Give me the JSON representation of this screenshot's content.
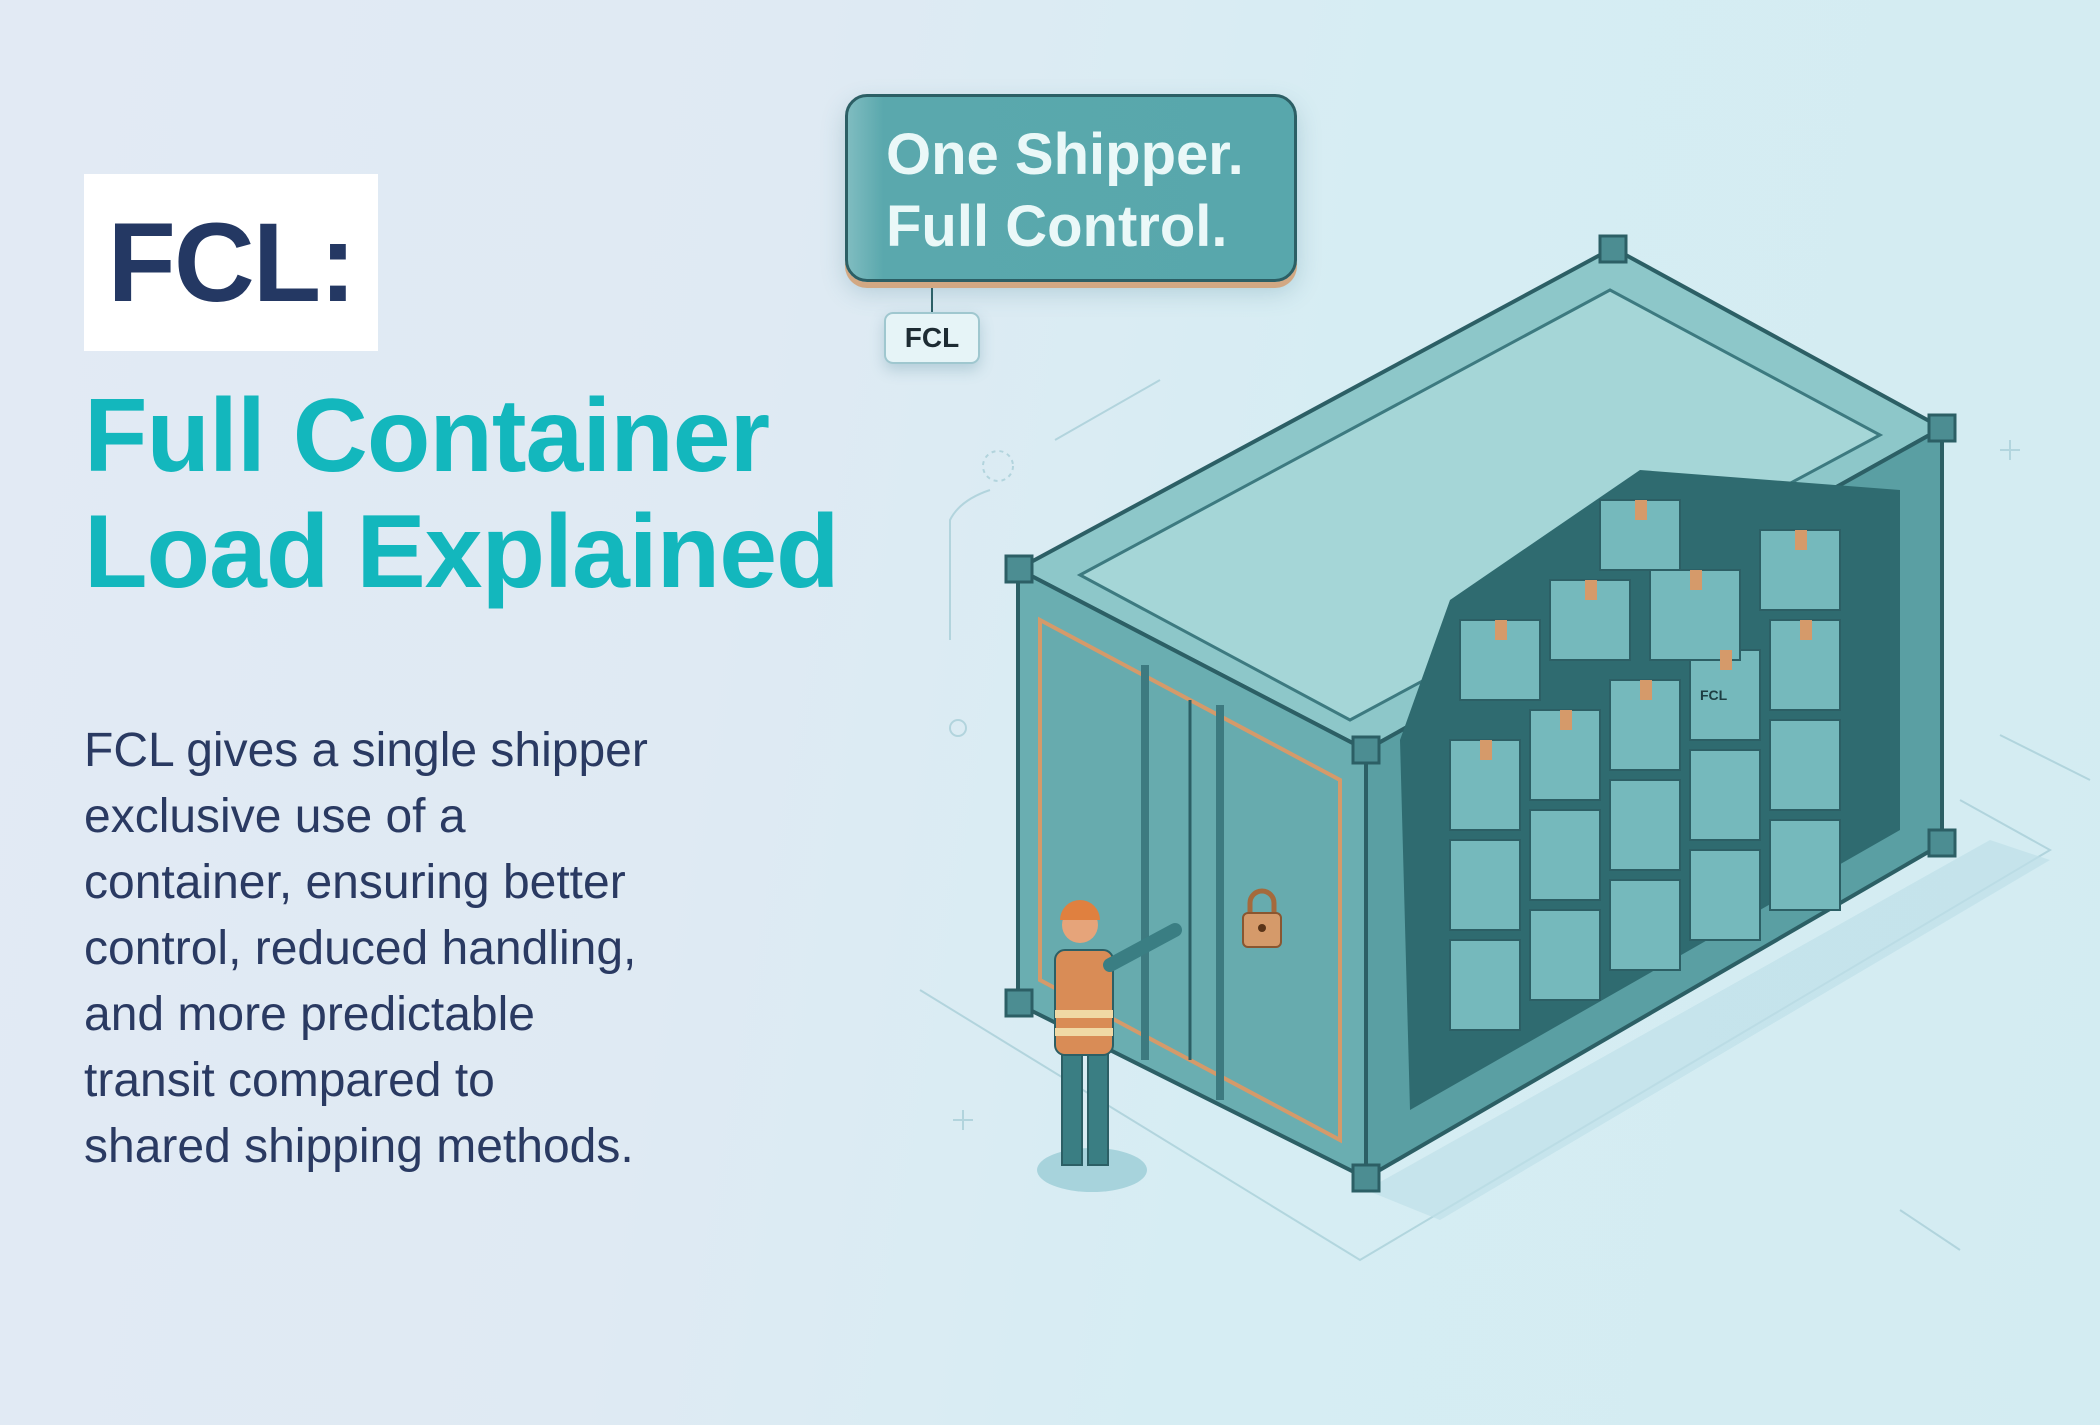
{
  "heading": {
    "label": "FCL:",
    "title_line1": "Full Container",
    "title_line2": "Load Explained"
  },
  "description": [
    "FCL gives a single shipper",
    "exclusive use of a",
    "container, ensuring better",
    "control, reduced handling,",
    "and more predictable",
    "transit compared to",
    "shared shipping methods."
  ],
  "callout": {
    "line1": "One Shipper.",
    "line2": "Full Control.",
    "tag": "FCL"
  },
  "box_label": "FCL",
  "colors": {
    "navy": "#243863",
    "teal": "#13b7bd",
    "container": "#5fa8ab",
    "accent": "#d59a6a"
  }
}
